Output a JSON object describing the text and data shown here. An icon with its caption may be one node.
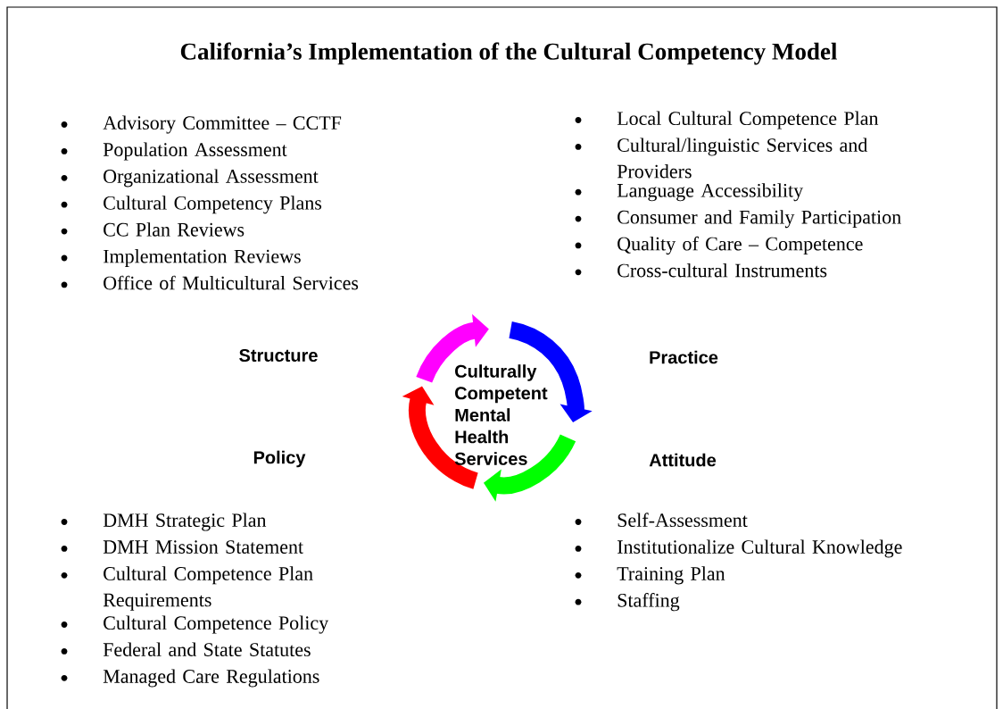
{
  "diagram": {
    "title": "California’s Implementation of the Cultural Competency Model",
    "labels": [
      "Advisory Committee – CCTF",
      "Population Assessment",
      "Organizational Assessment",
      "Cultural Competency Plans",
      "CC Plan Reviews",
      "Implementation Reviews",
      "Office of Multicultural Services",
      "Local Cultural Competence Plan",
      "Cultural/linguistic Services and Providers",
      "Language Accessibility",
      "Consumer and Family Participation",
      "Quality of Care – Competence",
      "Cross-cultural Instruments",
      "Structure",
      "Practice",
      "Culturally Competent Mental Health Services",
      "Policy",
      "Attitude",
      "DMH Strategic Plan",
      "DMH Mission Statement",
      "Cultural Competence Plan Requirements",
      "Cultural Competence Policy",
      "Federal and State Statutes",
      "Managed Care Regulations",
      "Self-Assessment",
      "Institutionalize Cultural Knowledge",
      "Training Plan",
      "Staffing"
    ]
  }
}
